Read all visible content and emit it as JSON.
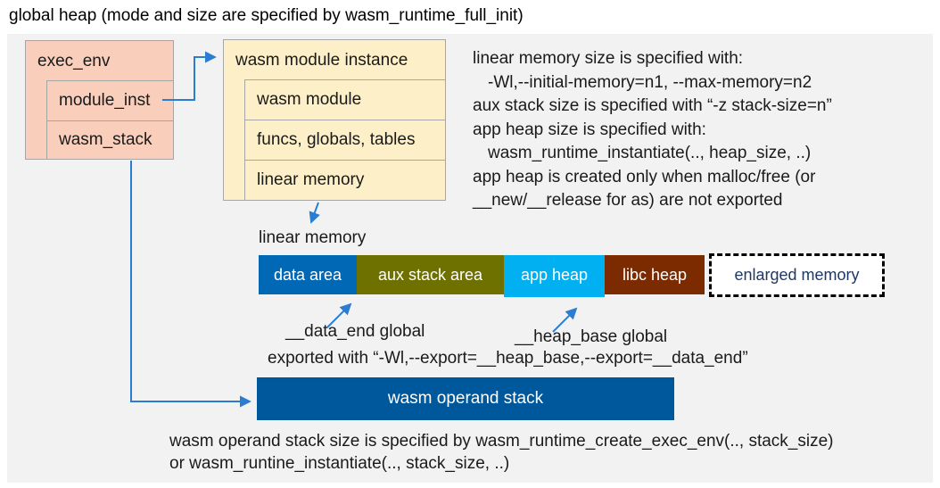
{
  "title": "global heap (mode and size are specified by wasm_runtime_full_init)",
  "exec_env": {
    "header": "exec_env",
    "rows": [
      "module_inst",
      "wasm_stack"
    ]
  },
  "module_instance": {
    "header": "wasm module instance",
    "rows": [
      "wasm module",
      "funcs, globals, tables",
      "linear memory"
    ]
  },
  "notes_right": [
    "linear memory size is specified with:",
    "-Wl,--initial-memory=n1, --max-memory=n2",
    "aux stack size is specified with “-z stack-size=n”",
    "app heap size is specified with:",
    "wasm_runtime_instantiate(.., heap_size, ..)",
    "app heap is created only when malloc/free (or",
    "__new/__release for as) are not exported"
  ],
  "linear_memory": {
    "label": "linear memory",
    "segments": [
      {
        "label": "data area",
        "color": "#0068b5",
        "text_color": "#ffffff"
      },
      {
        "label": "aux stack area",
        "color": "#6e7000",
        "text_color": "#ffffff"
      },
      {
        "label": "app heap",
        "color": "#00b0f0",
        "text_color": "#ffffff"
      },
      {
        "label": "libc heap",
        "color": "#7c2a00",
        "text_color": "#ffffff"
      },
      {
        "label": "enlarged memory",
        "color": "#ffffff",
        "text_color": "#1f3864",
        "border": "dashed"
      }
    ]
  },
  "annotations": {
    "data_end": "__data_end global",
    "heap_base": "__heap_base global",
    "exported": "exported with “-Wl,--export=__heap_base,--export=__data_end”"
  },
  "operand_stack": {
    "label": "wasm operand stack",
    "color": "#00589c"
  },
  "bottom_note": [
    "wasm operand stack size is specified by wasm_runtime_create_exec_env(.., stack_size)",
    "or wasm_runtine_instantiate(.., stack_size, ..)"
  ],
  "colors": {
    "panel_bg": "#f2f2f2",
    "exec_env_fill": "#f9cfbb",
    "instance_fill": "#fdefc7",
    "box_border": "#a6a6a6",
    "arrow_blue": "#2b7cd3"
  }
}
